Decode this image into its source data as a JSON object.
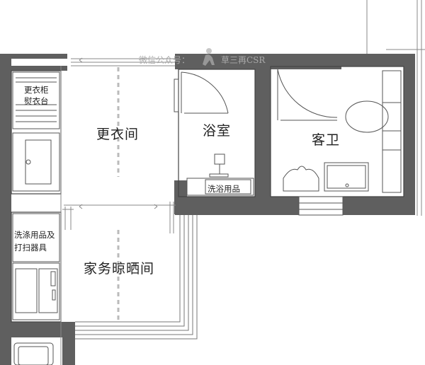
{
  "watermark": {
    "text": "微信公众号：",
    "text2": "草三再CSR"
  },
  "rooms": {
    "dressing_room": "更衣间",
    "bathroom": "浴室",
    "guest_bath": "客卫",
    "laundry_room": "家务晾晒间"
  },
  "fixtures": {
    "wardrobe_line1": "更衣柜",
    "wardrobe_line2": "熨衣台",
    "toiletries": "洗浴用品",
    "cleaning_line1": "洗涤用品及",
    "cleaning_line2": "打扫器具"
  },
  "colors": {
    "wall": "#5f5f5f",
    "line": "#555555",
    "dash": "#bbbbbb"
  }
}
